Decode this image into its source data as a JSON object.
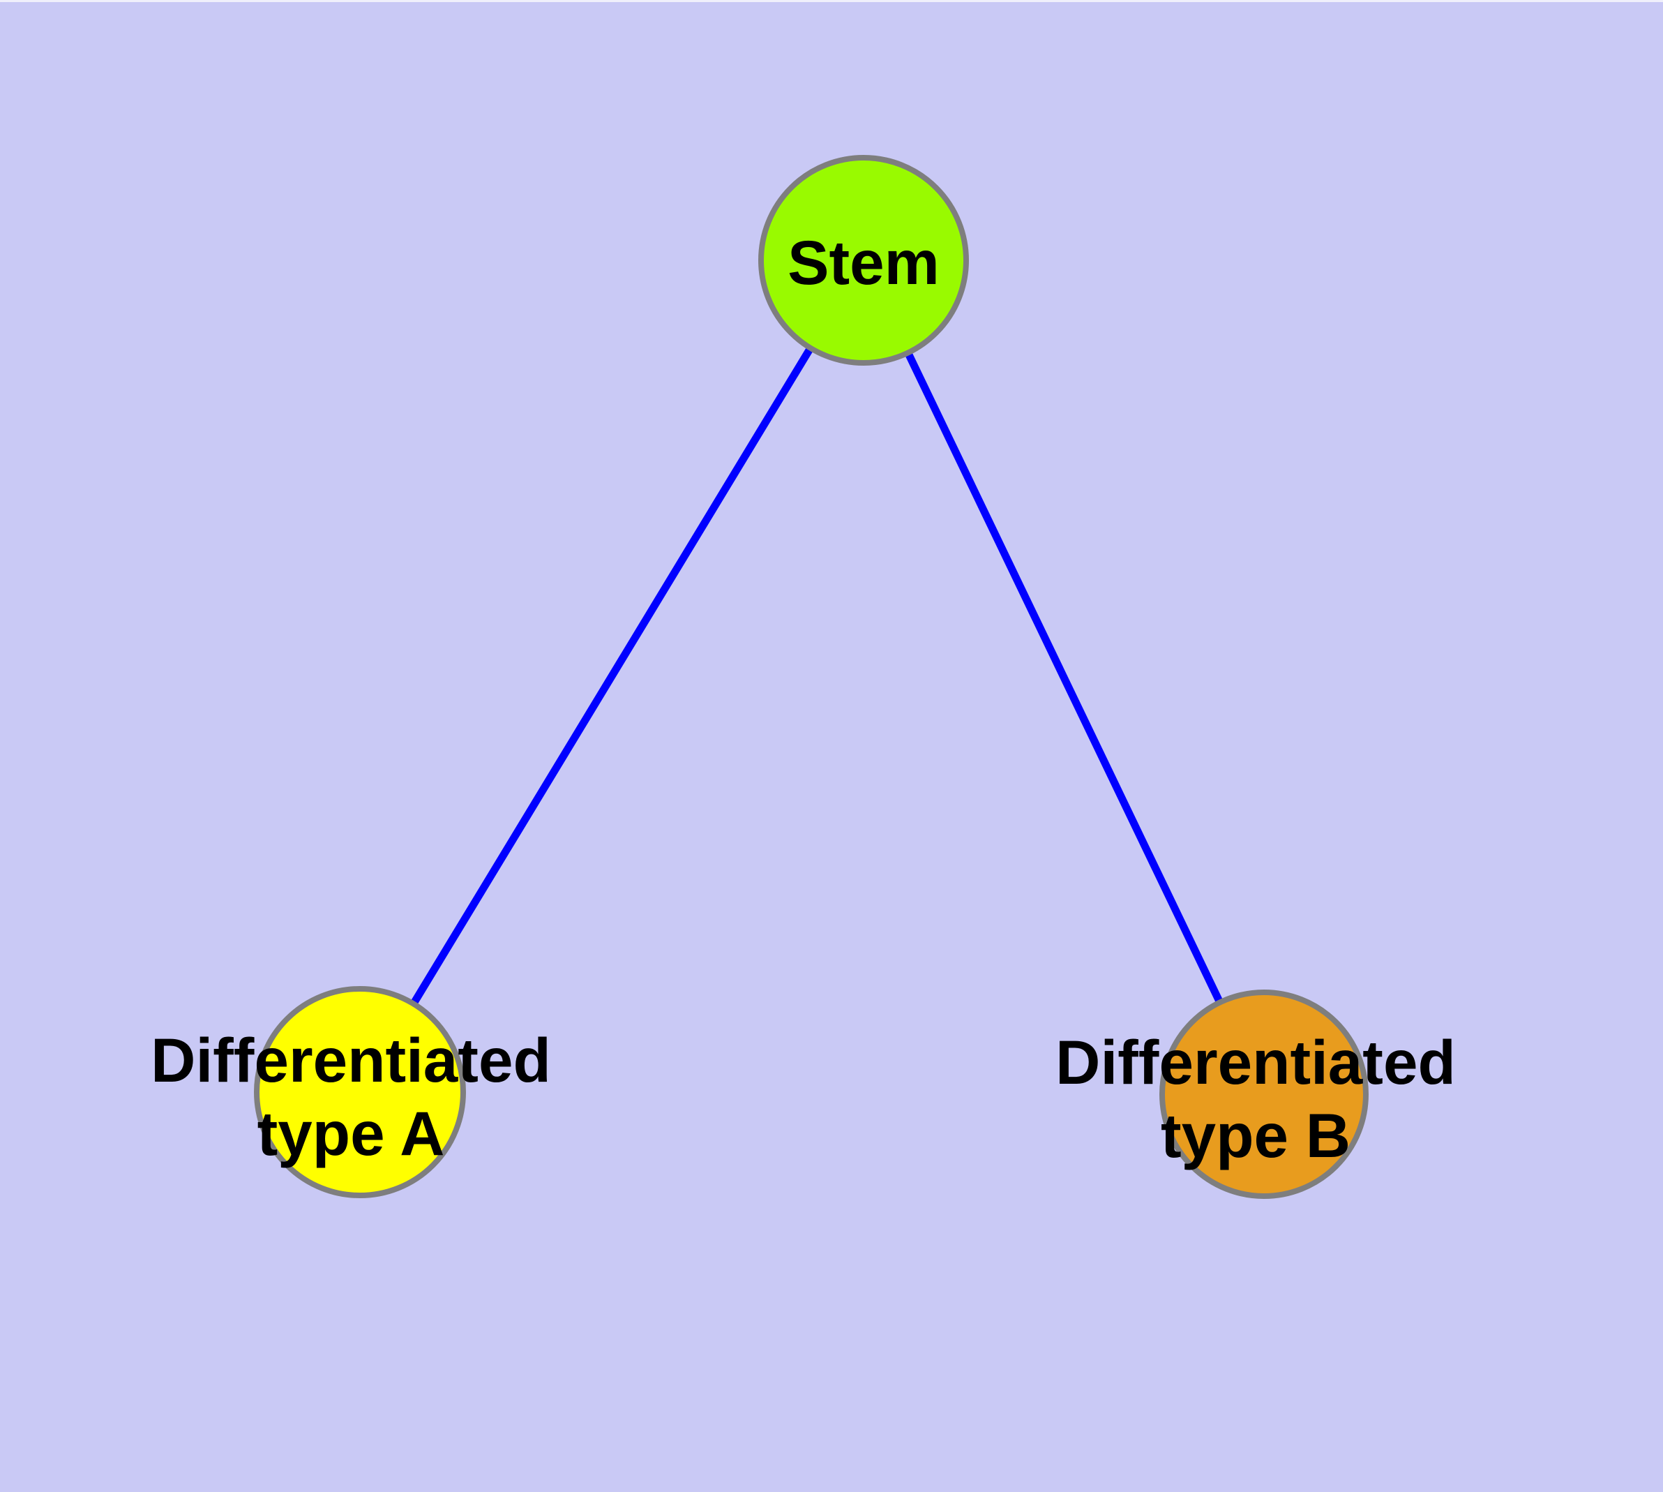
{
  "diagram": {
    "type": "node-link-diagram",
    "background_color": "#c9c9f5",
    "text_color": "#000000",
    "edge": {
      "color": "#0000ff",
      "width": 11
    },
    "node_border": {
      "color": "#7e7e7e",
      "width": 8
    },
    "nodes": {
      "stem": {
        "label": "Stem",
        "lines": [
          "Stem"
        ],
        "color": "#99fa00"
      },
      "typeA": {
        "label": "Differentiated type A",
        "lines": [
          "Differentiated",
          "type A"
        ],
        "color": "#ffff00"
      },
      "typeB": {
        "label": "Differentiated type B",
        "lines": [
          "Differentiated",
          "type B"
        ],
        "color": "#e89c1e"
      }
    },
    "edges": [
      {
        "from": "Stem",
        "to": "Differentiated type A"
      },
      {
        "from": "Stem",
        "to": "Differentiated type B"
      }
    ]
  }
}
